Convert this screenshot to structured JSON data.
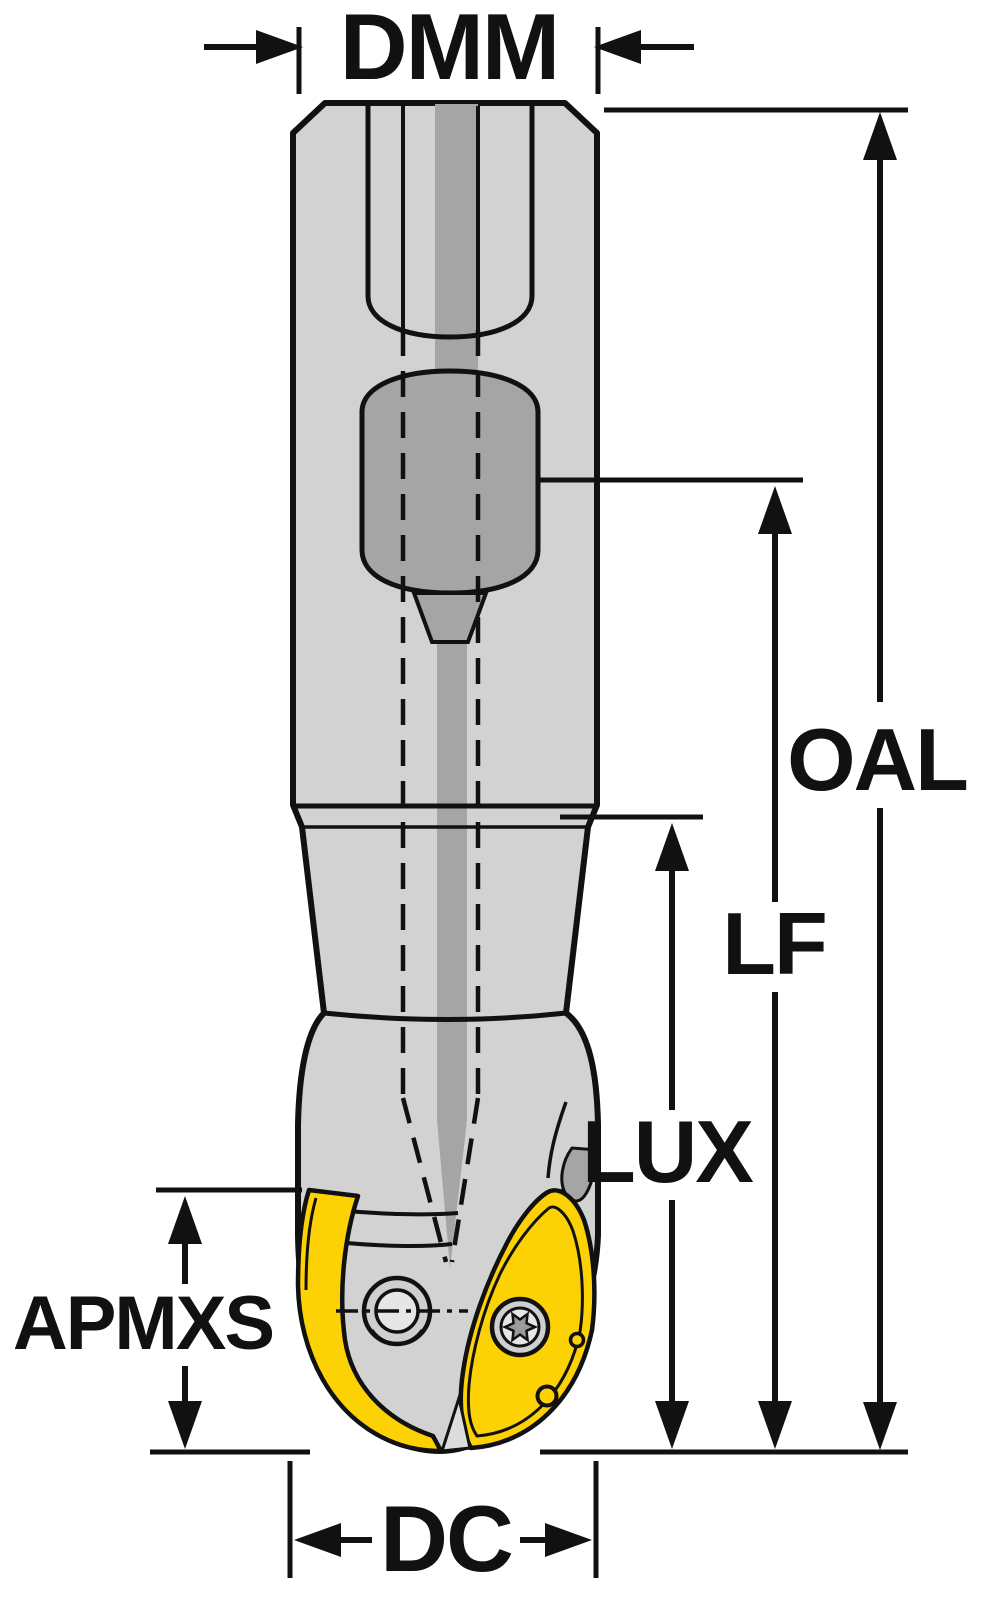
{
  "labels": {
    "dmm": "DMM",
    "oal": "OAL",
    "lf": "LF",
    "lux": "LUX",
    "apmxs": "APMXS",
    "dc": "DC"
  },
  "colors": {
    "background": "#ffffff",
    "outline": "#111111",
    "body_gray": "#d2d2d2",
    "core_gray": "#a5a5a5",
    "insert_yellow": "#fdd205"
  }
}
